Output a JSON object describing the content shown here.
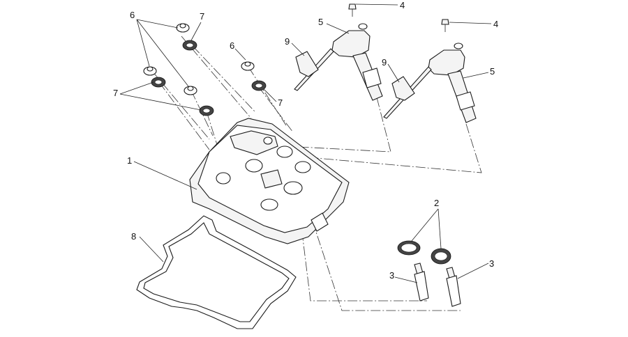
{
  "callouts": {
    "c1": "1",
    "c2": "2",
    "c3a": "3",
    "c3b": "3",
    "c4a": "4",
    "c4b": "4",
    "c5a": "5",
    "c5b": "5",
    "c6a": "6",
    "c6b": "6",
    "c7a": "7",
    "c7b": "7",
    "c7c": "7",
    "c8": "8",
    "c9a": "9",
    "c9b": "9"
  }
}
